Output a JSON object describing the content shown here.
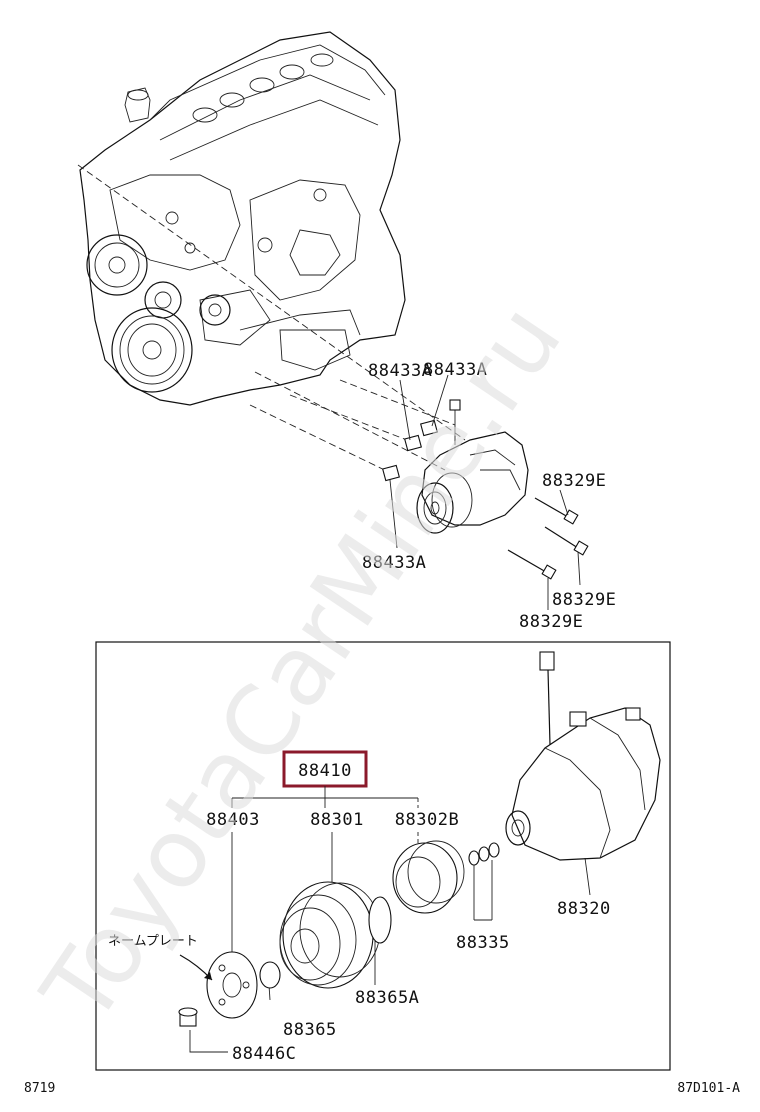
{
  "diagram": {
    "watermark": "ToyotaCarMine.ru",
    "top_labels": {
      "bushing_upper": "88433A",
      "bushing_middle": "88433A",
      "bushing_lower": "88433A",
      "bolt_upper": "88329E",
      "bolt_middle": "88329E",
      "bolt_lower": "88329E"
    },
    "assembly_label": "88410",
    "parts": {
      "hub": "88403",
      "pulley": "88301",
      "field_coil": "88302B",
      "shim": "88365",
      "snap_ring": "88365A",
      "washers": "88335",
      "compressor": "88320",
      "bolt": "88446C"
    },
    "nameplate_note": "ネームプレート",
    "footer_left": "8719",
    "footer_right": "87D101-A"
  }
}
